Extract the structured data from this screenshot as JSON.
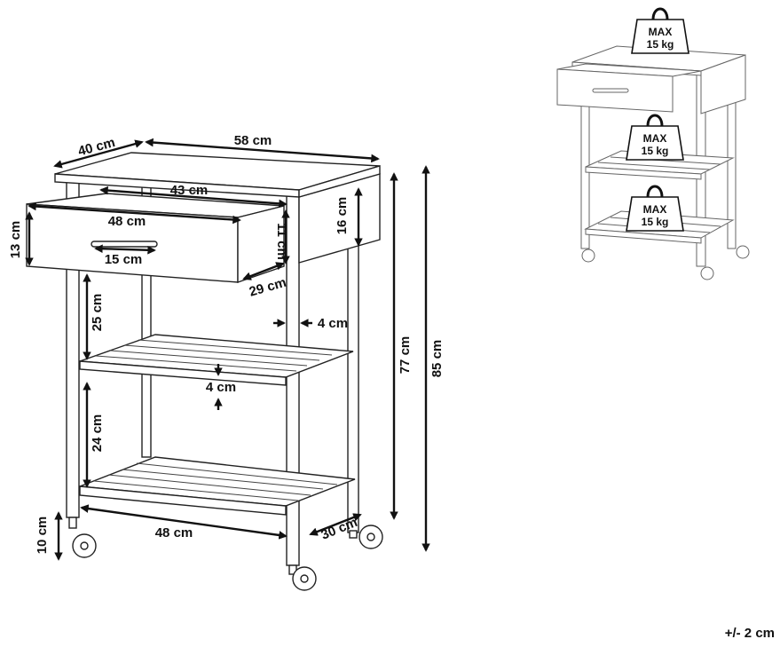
{
  "dimensions": {
    "depth_top": "40 cm",
    "width_top": "58 cm",
    "drawer_inner_width": "43 cm",
    "drawer_width": "48 cm",
    "drawer_height": "13 cm",
    "handle_width": "15 cm",
    "drawer_inner_height": "11 cm",
    "drawer_depth": "29 cm",
    "side_height": "16 cm",
    "shelf_gap_upper": "25 cm",
    "leg_width": "4 cm",
    "shelf_thickness": "4 cm",
    "shelf_gap_lower": "24 cm",
    "bottom_shelf_width": "48 cm",
    "bottom_shelf_depth": "30 cm",
    "wheel_height": "10 cm",
    "height_without_wheels": "77 cm",
    "total_height": "85 cm"
  },
  "load_limits": [
    {
      "label": "MAX",
      "value": "15 kg"
    },
    {
      "label": "MAX",
      "value": "15 kg"
    },
    {
      "label": "MAX",
      "value": "15 kg"
    }
  ],
  "tolerance": "+/- 2 cm"
}
